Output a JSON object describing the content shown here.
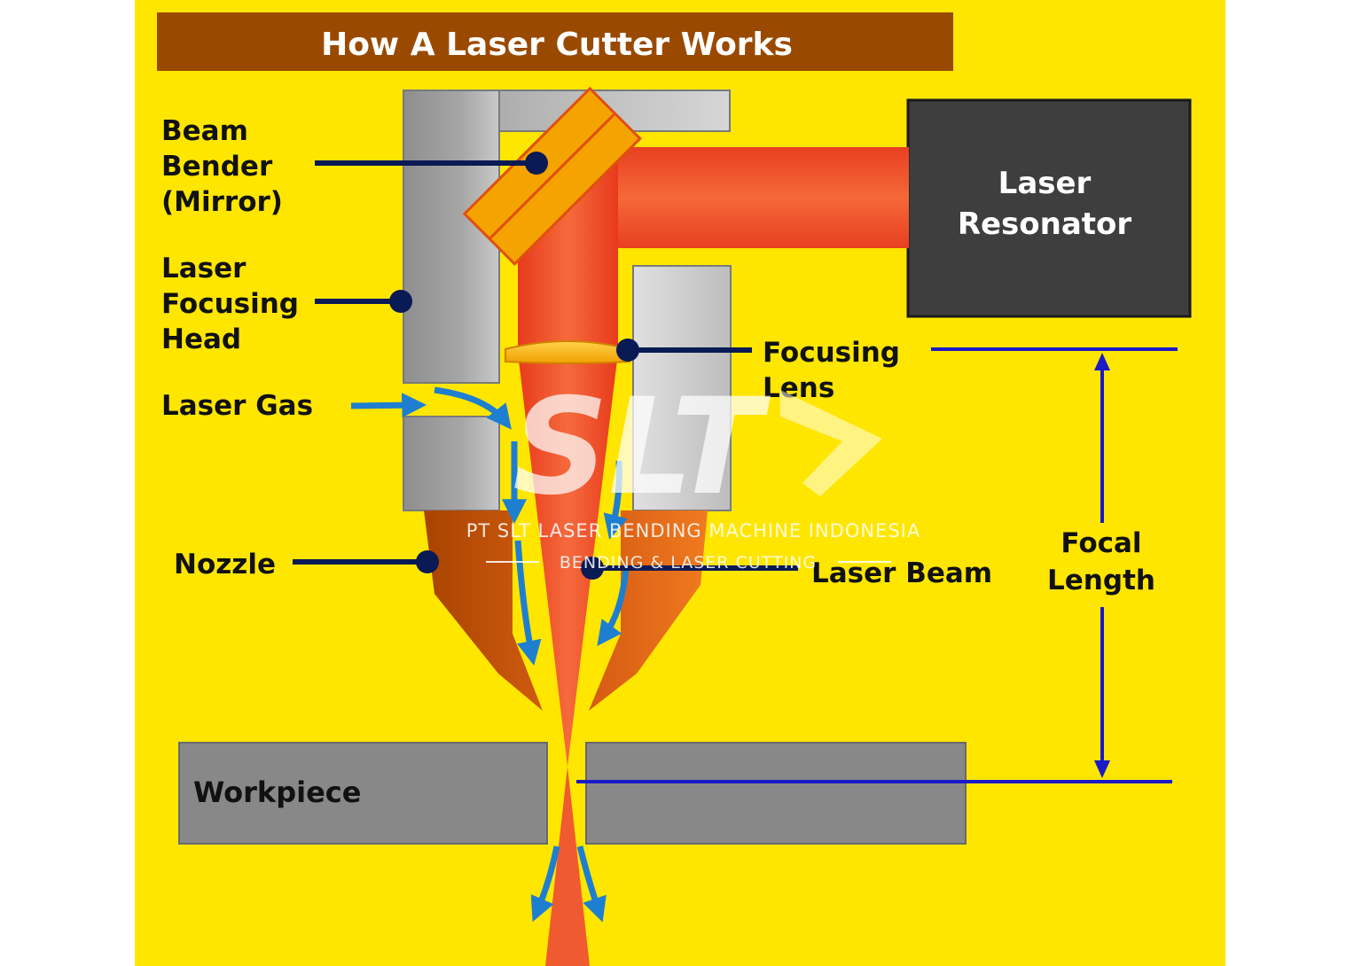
{
  "title": "How A Laser Cutter Works",
  "labels": {
    "beam_bender": [
      "Beam",
      "Bender",
      "(Mirror)"
    ],
    "focusing_head": [
      "Laser",
      "Focusing",
      "Head"
    ],
    "laser_gas": "Laser Gas",
    "nozzle": "Nozzle",
    "focusing_lens": [
      "Focusing",
      "Lens"
    ],
    "laser_beam": "Laser Beam",
    "focal_length": [
      "Focal",
      "Length"
    ],
    "workpiece": "Workpiece",
    "resonator": [
      "Laser",
      "Resonator"
    ]
  },
  "watermark": {
    "logo": "SLT",
    "company": "PT SLT LASER BENDING MACHINE INDONESIA",
    "tagline": "BENDING & LASER CUTTING"
  },
  "colors": {
    "background": "#FFE600",
    "title_bar": "#9A4A00",
    "beam": "#F04A20",
    "gas_arrow": "#1E7FD0",
    "focal_marker": "#1A1AC8",
    "resonator": "#3E3E3E",
    "leader": "#0A1A55"
  }
}
